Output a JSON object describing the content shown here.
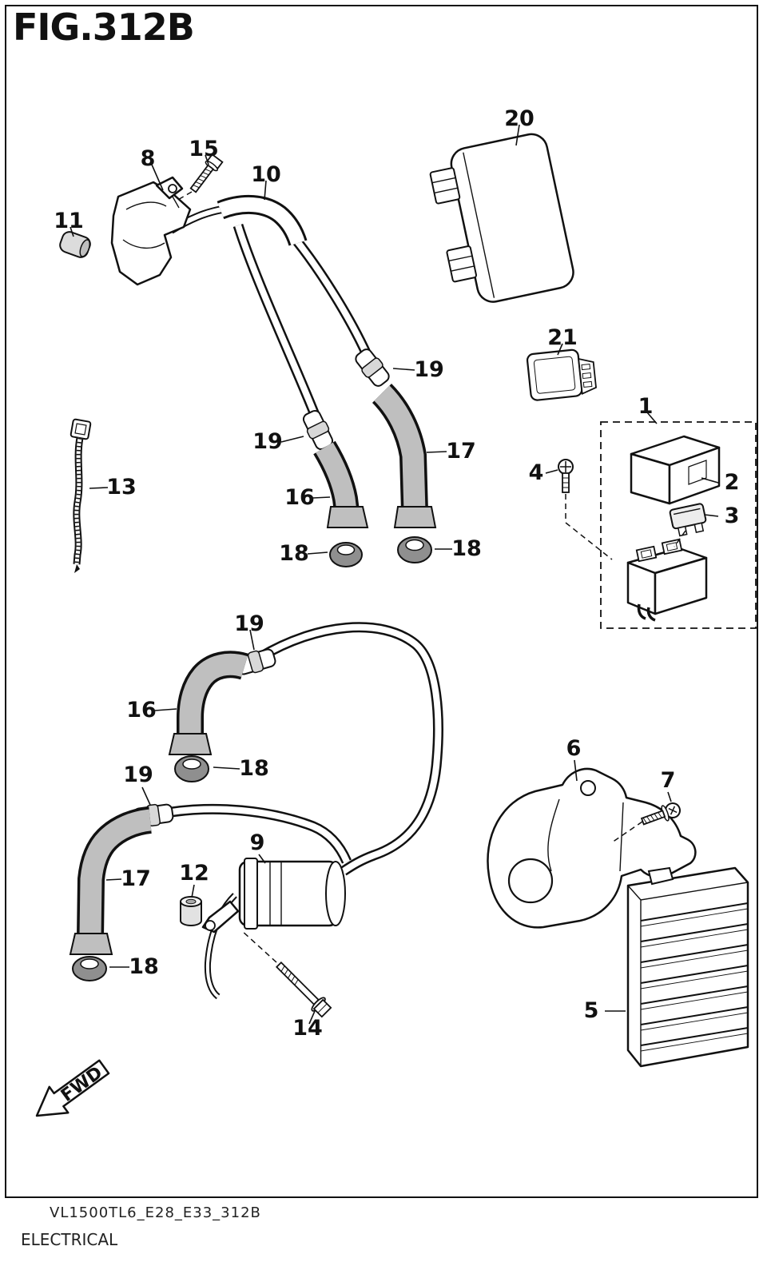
{
  "title": "FIG.312B",
  "footer": {
    "code": "VL1500TL6_E28_E33_312B",
    "section": "ELECTRICAL"
  },
  "fwd": {
    "label": "FWD"
  },
  "colors": {
    "ink": "#1a1a1a",
    "part_fill": "#ffffff",
    "cap_gray": "#bfbfbf",
    "grommet_gray": "#8f8f8f"
  },
  "diagram": {
    "figure": "312B",
    "callouts": [
      {
        "ref": "ignition-coil-no1",
        "label": "8"
      },
      {
        "ref": "coil-mounting-bolt",
        "label": "15"
      },
      {
        "ref": "lead-wire-protector",
        "label": "10"
      },
      {
        "ref": "rubber-boot",
        "label": "11"
      },
      {
        "ref": "cdi-unit",
        "label": "20"
      },
      {
        "ref": "relay",
        "label": "21"
      },
      {
        "ref": "joint-top-right",
        "label": "19"
      },
      {
        "ref": "fuse-box-assembly",
        "label": "1"
      },
      {
        "ref": "joint-top-left",
        "label": "19"
      },
      {
        "ref": "plug-cap-straight-top",
        "label": "17"
      },
      {
        "ref": "fuse-box-screw",
        "label": "4"
      },
      {
        "ref": "fuse-box-cover",
        "label": "2"
      },
      {
        "ref": "cable-tie",
        "label": "13"
      },
      {
        "ref": "plug-cap-bent-top",
        "label": "16"
      },
      {
        "ref": "fuse",
        "label": "3"
      },
      {
        "ref": "grommet-top-left",
        "label": "18"
      },
      {
        "ref": "grommet-top-right",
        "label": "18"
      },
      {
        "ref": "joint-middle",
        "label": "19"
      },
      {
        "ref": "plug-cap-bent-middle",
        "label": "16"
      },
      {
        "ref": "grommet-middle",
        "label": "18"
      },
      {
        "ref": "joint-bottom",
        "label": "19"
      },
      {
        "ref": "mounting-bracket",
        "label": "6"
      },
      {
        "ref": "bracket-bolt",
        "label": "7"
      },
      {
        "ref": "ignition-coil-no2",
        "label": "9"
      },
      {
        "ref": "spacer",
        "label": "12"
      },
      {
        "ref": "plug-cap-straight-bottom",
        "label": "17"
      },
      {
        "ref": "grommet-bottom",
        "label": "18"
      },
      {
        "ref": "coil-bolt",
        "label": "14"
      },
      {
        "ref": "regulator-rectifier",
        "label": "5"
      }
    ]
  }
}
